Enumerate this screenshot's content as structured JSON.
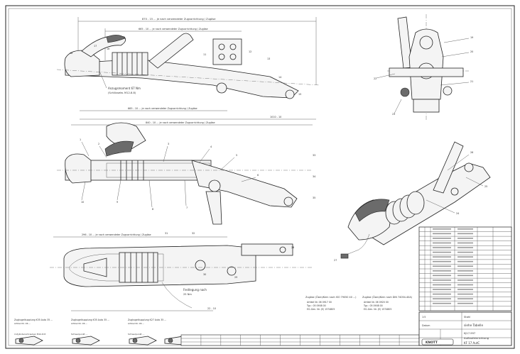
{
  "drawing": {
    "dims": {
      "top_view_overall": "870 - 15 ... je nach verwendeter Zugvorrichtung / Zugöse",
      "top_view_sub": "665 - 10 ... je nach verwendeter Zugvorrichtung / Zugöse",
      "top_view_right": "1010 - 10",
      "mid_view_overall": "840 - 10 ... je nach verwendeter Zugvorrichtung / Zugöse",
      "bottom_view_sub": "296 - 10 ... je nach verwendeter Zugvorrichtung / Zugöse",
      "bottom_small": "22 - 10"
    },
    "annotations": {
      "tightening_torque": "Anzugsmoment 67 Nm",
      "tightening_torque_sub": "(Schlüsselw. M12-8.8)",
      "fastening": "Festlegung nach",
      "fastening_sub": "25 Nm"
    },
    "notes": {
      "coupling_a": "Zugöse (Ösen/Kern nach ISO 79050 40 ...)",
      "coupling_b": "Zugöse (Ösen/Kern nach DIN 74054-40A)",
      "coupling_a_lines": [
        "Artikel Nr. 06 0917 00",
        "Typ : 05 0908 00",
        "EG-Gen. Nr. (E) 1574805"
      ],
      "coupling_b_lines": [
        "Artikel Nr. 06 0920 00",
        "Typ : 05 0908 00",
        "EG-Gen. Nr. (E) 1574805"
      ],
      "detail_labels": [
        "Zugkugelkupplung K35 Auto 35 ...",
        "Zugkugelkupplung K35 Auto 35 ...",
        "Zugkugelkupplung K27 Auto 35 ..."
      ],
      "detail_sub": [
        "Artikel Nr. 06 ...",
        "Artikel Nr. 06 ...",
        "Artikel Nr. 06 ..."
      ],
      "detail_extra": [
        "4 Zylinderschrauben M12-8.8",
        "Schwerpunkt ...",
        "Schwerpunkt ..."
      ]
    },
    "title_block": {
      "company": "KNOTT",
      "drawing_title": "Auflaufeinrichtung",
      "model": "KF 17 AutC",
      "drawing_no": "KJ17-997",
      "scale": "1:5",
      "note": "siehe Tabelle",
      "material": "Stahl",
      "date": "Datum"
    },
    "parts_list_rows": 18,
    "revision_columns": 12,
    "callout_numbers": [
      "1",
      "2",
      "3",
      "4",
      "5",
      "6",
      "7",
      "8",
      "9",
      "10",
      "11",
      "12",
      "13",
      "14",
      "15",
      "16",
      "17",
      "18",
      "19",
      "20",
      "21",
      "22",
      "23",
      "24",
      "25",
      "26",
      "27",
      "28",
      "29",
      "30",
      "31",
      "32",
      "33",
      "34",
      "35"
    ]
  }
}
